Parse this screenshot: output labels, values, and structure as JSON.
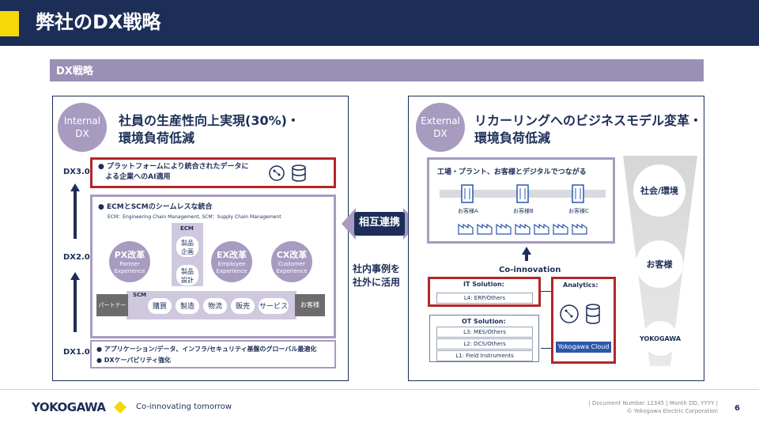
{
  "header": {
    "title": "弊社のDX戦略"
  },
  "section": {
    "title": "DX戦略"
  },
  "left": {
    "badge": [
      "Internal",
      "DX"
    ],
    "heading": "社員の生産性向上実現(30%)・\n環境負荷低減",
    "levels": [
      "DX3.0",
      "DX2.0",
      "DX1.0"
    ],
    "dx3_text": "● プラットフォームにより統合されたデータに\n   よる企業へのAI適用",
    "ecm_title": "● ECMとSCMのシームレスな統合",
    "ecm_sub": "ECM：Engineering Chain Management, SCM：Supply Chain Management",
    "ecm_label": "ECM",
    "ecm_items": [
      "製品\n企画",
      "製品\n設計"
    ],
    "scm_label": "SCM",
    "px": {
      "title": "PX改革",
      "sub": "Partner\nExperience"
    },
    "ex": {
      "title": "EX改革",
      "sub": "Employee\nExperience"
    },
    "cx": {
      "title": "CX改革",
      "sub": "Customer\nExperience"
    },
    "partner": "パートナー様",
    "customer": "お客様",
    "scm_items": [
      "購買",
      "製造",
      "物流",
      "販売",
      "サービス"
    ],
    "dx1_lines": [
      "● アプリケーション/データ、インフラ/セキュリティ基盤のグローバル最適化",
      "● DXケーパビリティ強化"
    ]
  },
  "center": {
    "sogo": "相互連携",
    "text": "社内事例を\n社外に活用"
  },
  "right": {
    "badge": [
      "External",
      "DX"
    ],
    "heading": "リカーリングへのビジネスモデル変革・\n環境負荷低減",
    "connect_title": "工場・プラント、お客様とデジタルでつながる",
    "customers": [
      "お客様A",
      "お客様B",
      "お客様C"
    ],
    "coinnovation": "Co-innovation",
    "it_title": "IT Solution:",
    "it_rows": [
      "L4: ERP/Others"
    ],
    "ot_title": "OT Solution:",
    "ot_rows": [
      "L3: MES/Others",
      "L2: DCS/Others",
      "L1: Field Instruments"
    ],
    "analytics": "Analytics:",
    "cloud": "Yokogawa Cloud",
    "pyramid": [
      "社会/環境",
      "お客様",
      "YOKOGAWA"
    ]
  },
  "footer": {
    "logo": "YOKOGAWA",
    "tagline": "Co-innovating tomorrow",
    "doc": "| Document Number 12345 | Month DD, YYYY |",
    "copyright": "© Yokogawa Electric Corporation",
    "page": "6"
  },
  "colors": {
    "navy": "#1c2e57",
    "purple": "#a79bc0",
    "red": "#b3262a",
    "yellow": "#f6d70a"
  }
}
